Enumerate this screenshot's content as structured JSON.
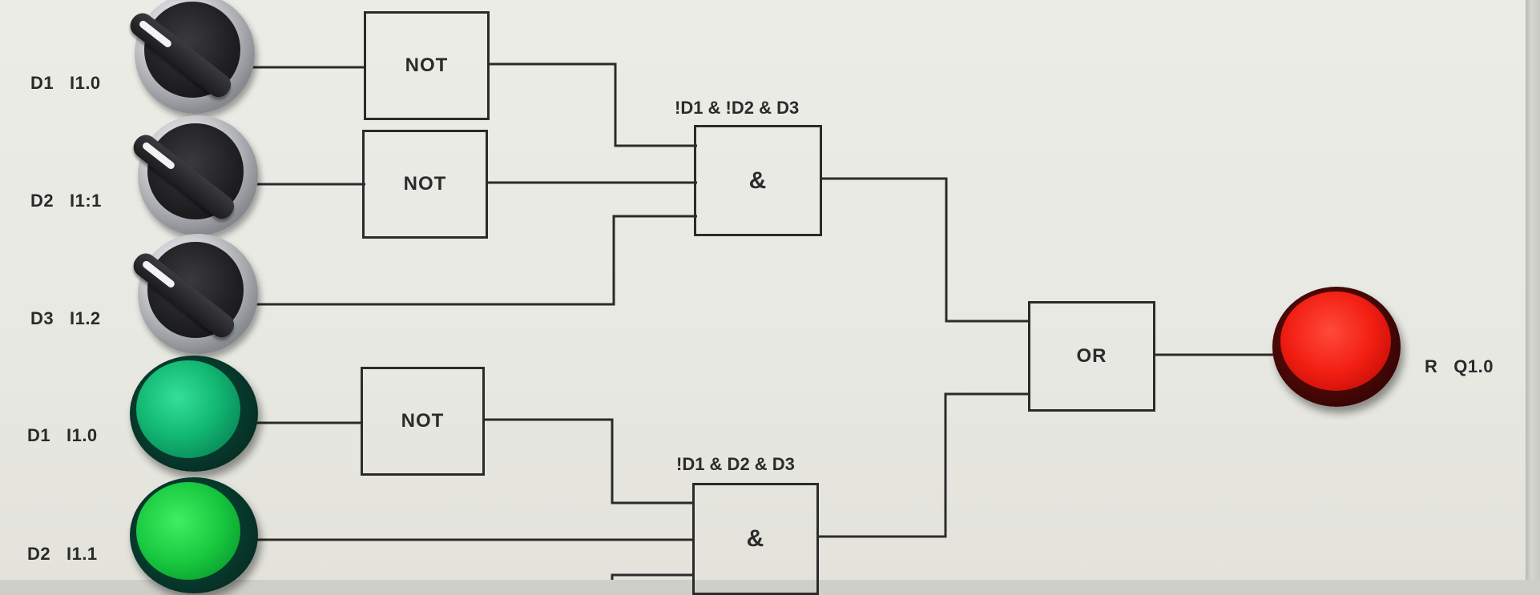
{
  "inputs": [
    {
      "name": "D1",
      "addr": "I1.0"
    },
    {
      "name": "D2",
      "addr": "I1:1"
    },
    {
      "name": "D3",
      "addr": "I1.2"
    },
    {
      "name": "D1",
      "addr": "I1.0"
    },
    {
      "name": "D2",
      "addr": "I1.1"
    }
  ],
  "gates": {
    "not1": "NOT",
    "not2": "NOT",
    "not3": "NOT",
    "and1": "&",
    "and2": "&",
    "or1": "OR"
  },
  "gate_titles": {
    "and1": "!D1 & !D2 & D3",
    "and2": "!D1 & D2 & D3"
  },
  "output": {
    "name": "R",
    "addr": "Q1.0"
  },
  "colors": {
    "panel": "#ebebe5",
    "wire": "#2b2b2b",
    "lamp_green": "#12b873",
    "lamp_green_bright": "#18c83f",
    "lamp_red": "#f21e12"
  },
  "icons": {
    "switch": "rotary-selector-switch-icon",
    "lamp": "indicator-lamp-icon"
  }
}
